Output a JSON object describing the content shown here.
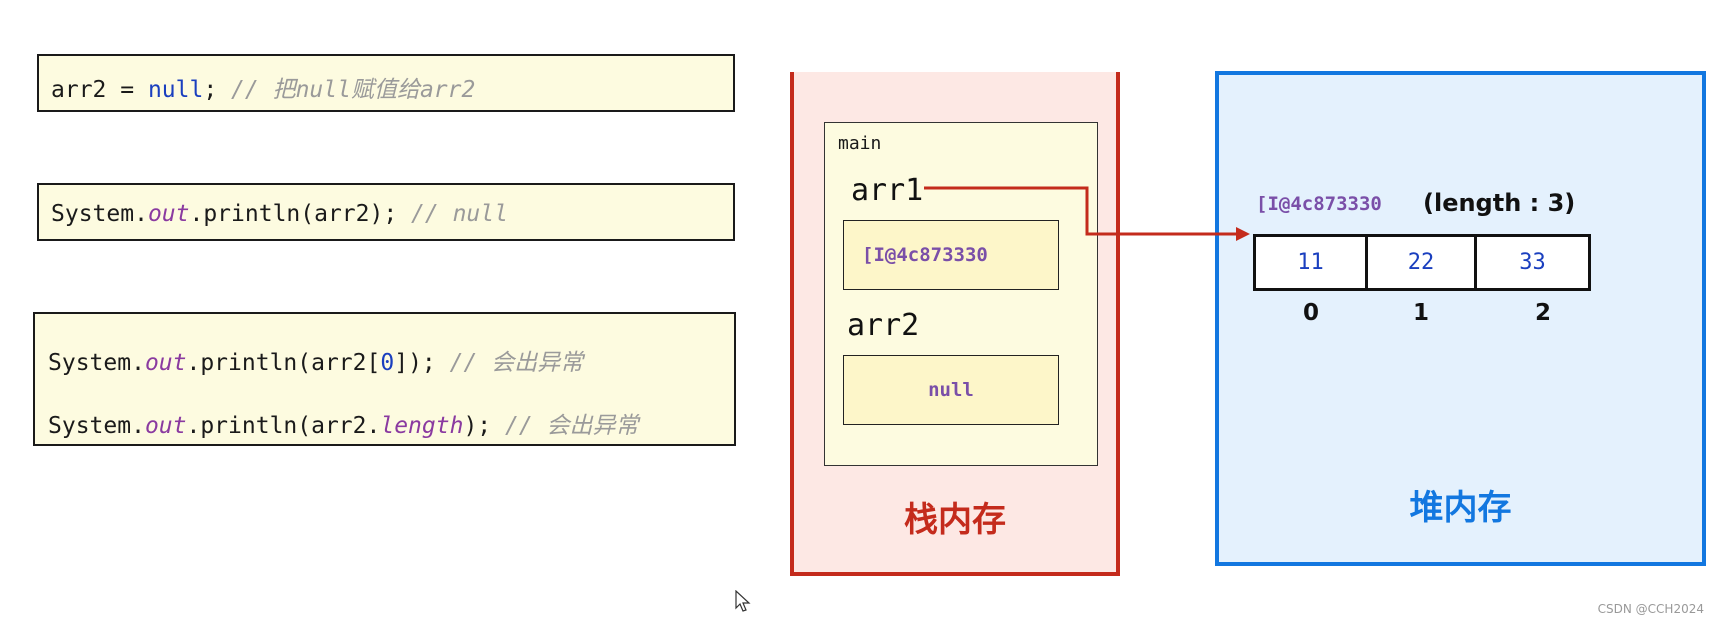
{
  "code": {
    "box1": {
      "var": "arr2",
      "op": " = ",
      "kw": "null",
      "end": "; ",
      "comment": "// 把null赋值给arr2"
    },
    "box2": {
      "p1": "System.",
      "out": "out",
      "p2": ".println(arr2); ",
      "comment": "// null"
    },
    "box3": {
      "line1": {
        "p1": "System.",
        "out": "out",
        "p2": ".println(arr2[",
        "idx": "0",
        "p3": "]); ",
        "comment": "// 会出异常"
      },
      "line2": {
        "p1": "System.",
        "out": "out",
        "p2": ".println(arr2.",
        "field": "length",
        "p3": "); ",
        "comment": "// 会出异常"
      }
    }
  },
  "stack": {
    "title": "栈内存",
    "frame_label": "main",
    "arr1_label": "arr1",
    "arr1_value": "[I@4c873330",
    "arr2_label": "arr2",
    "arr2_value": "null"
  },
  "heap": {
    "title": "堆内存",
    "address": "[I@4c873330",
    "length_text": "(length : 3)",
    "values": [
      "11",
      "22",
      "33"
    ],
    "indices": [
      "0",
      "1",
      "2"
    ]
  },
  "colors": {
    "stack_border": "#c42b1c",
    "heap_border": "#1277e0",
    "arrow": "#c42b1c"
  },
  "watermark": "CSDN @CCH2024"
}
